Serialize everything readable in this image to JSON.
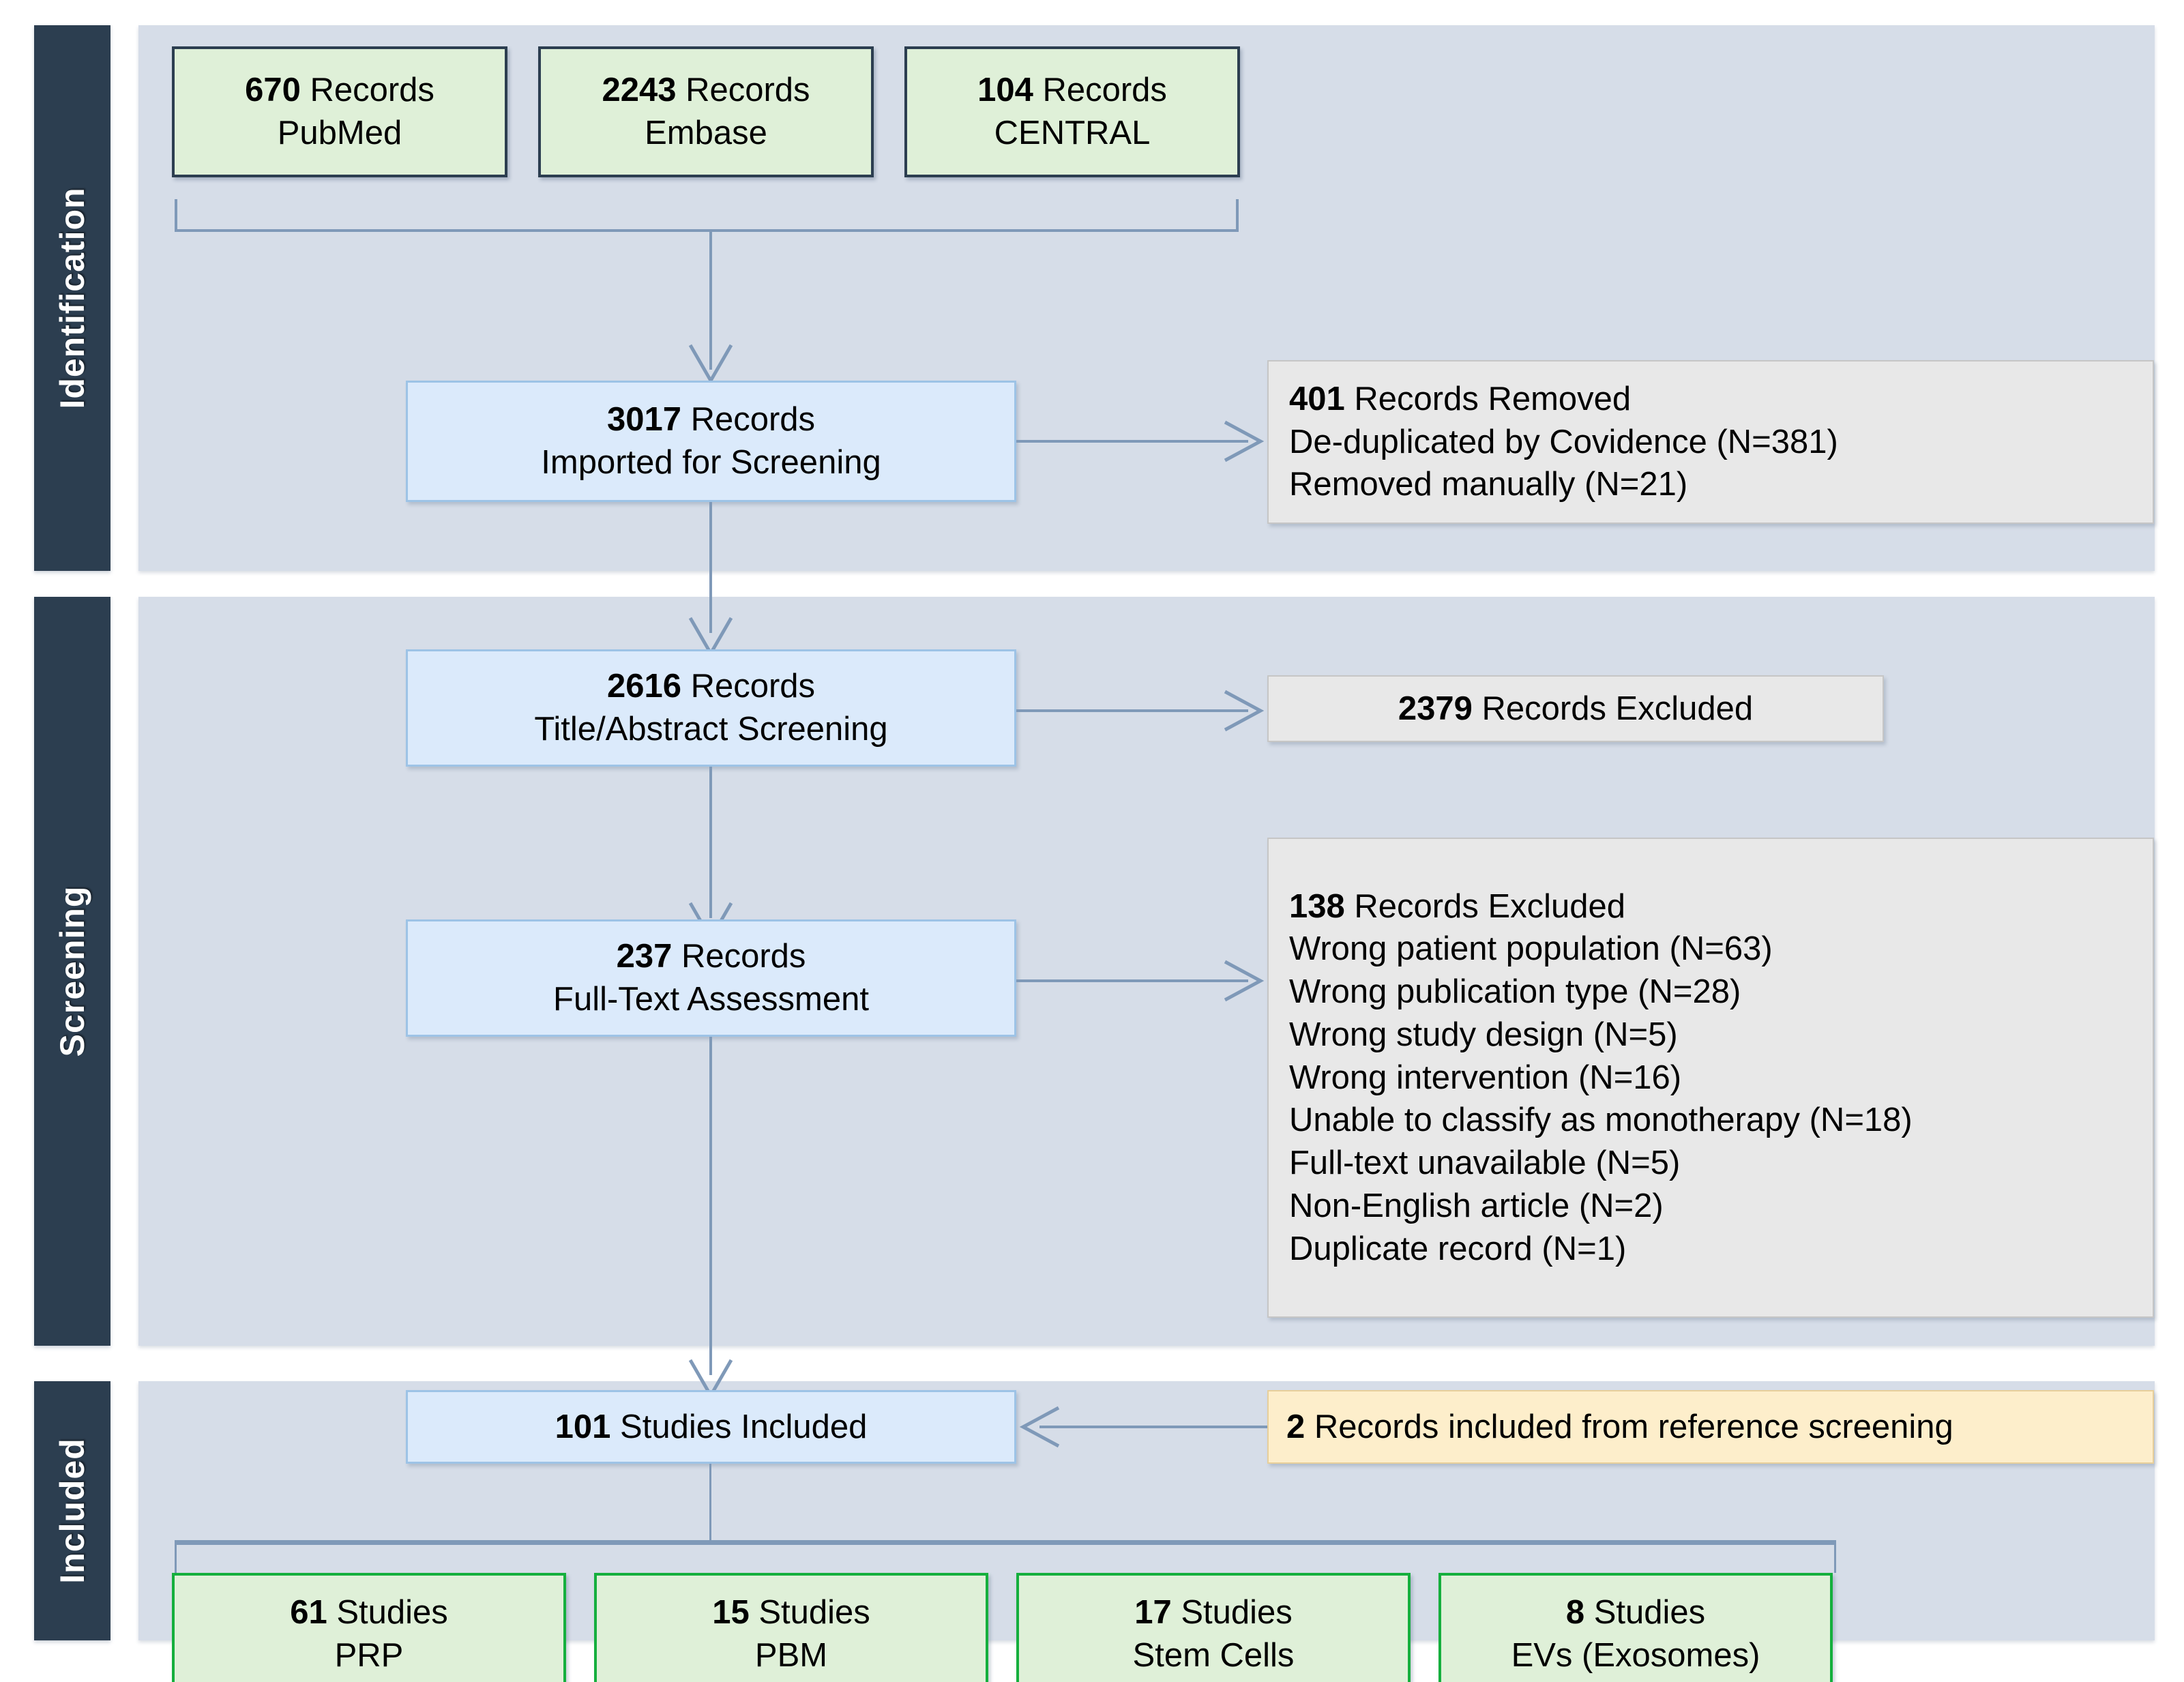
{
  "diagram": {
    "title": "PRISMA study selection flow diagram",
    "colors": {
      "stage_tab": "#2c3e50",
      "band": "#d6dde8",
      "source_box": "#dff0d8",
      "flow_box": "#dbeafb",
      "exclude_box": "#e8e8e8",
      "reference_box": "#fdeecb",
      "result_box_border": "#15af3d",
      "connector": "#7f99b8"
    }
  },
  "stages": [
    {
      "label": "Identification"
    },
    {
      "label": "Screening"
    },
    {
      "label": "Included"
    }
  ],
  "sources": [
    {
      "count": "670",
      "unit": "Records",
      "name": "PubMed"
    },
    {
      "count": "2243",
      "unit": "Records",
      "name": "Embase"
    },
    {
      "count": "104",
      "unit": "Records",
      "name": "CENTRAL"
    }
  ],
  "flow": {
    "imported": {
      "count": "3017",
      "unit": "Records",
      "detail": "Imported for Screening"
    },
    "title_abs": {
      "count": "2616",
      "unit": "Records",
      "detail": "Title/Abstract Screening"
    },
    "full_text": {
      "count": "237",
      "unit": "Records",
      "detail": "Full-Text Assessment"
    },
    "included": {
      "count": "101",
      "unit": "Studies Included"
    }
  },
  "removed": {
    "heading_count": "401",
    "heading_text": "Records Removed",
    "lines": [
      "De-duplicated by Covidence (N=381)",
      "Removed manually (N=21)"
    ]
  },
  "excluded_title_abstract": {
    "count": "2379",
    "text": "Records Excluded"
  },
  "excluded_full_text": {
    "heading_count": "138",
    "heading_text": "Records Excluded",
    "reasons": [
      "Wrong patient population (N=63)",
      "Wrong publication type (N=28)",
      "Wrong study design (N=5)",
      "Wrong intervention (N=16)",
      "Unable to classify as monotherapy (N=18)",
      "Full-text unavailable (N=5)",
      "Non-English article (N=2)",
      "Duplicate record (N=1)"
    ]
  },
  "reference_screening": {
    "count": "2",
    "text": "Records included from reference screening"
  },
  "results": [
    {
      "count": "61",
      "unit": "Studies",
      "name": "PRP"
    },
    {
      "count": "15",
      "unit": "Studies",
      "name": "PBM"
    },
    {
      "count": "17",
      "unit": "Studies",
      "name": "Stem Cells"
    },
    {
      "count": "8",
      "unit": "Studies",
      "name": "EVs (Exosomes)"
    }
  ]
}
